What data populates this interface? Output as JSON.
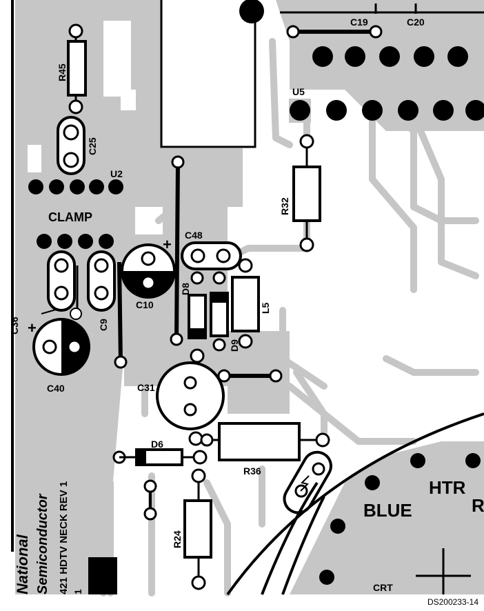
{
  "board": {
    "designators": {
      "c19": "C19",
      "c20": "C20",
      "r45": "R45",
      "c25": "C25",
      "u2": "U2",
      "u5": "U5",
      "r32": "R32",
      "clamp": "CLAMP",
      "c48": "C48",
      "c36": "C36",
      "c9": "C9",
      "c10": "C10",
      "d8": "D8",
      "l5": "L5",
      "d9": "D9",
      "c40": "C40",
      "c31": "C31",
      "d6": "D6",
      "r36": "R36",
      "r24": "R24",
      "blue": "BLUE",
      "htr": "HTR",
      "r_cut": "R",
      "crt": "CRT"
    },
    "polarity_plus": "+",
    "silkscreen_vertical": {
      "brand_1": "National",
      "brand_2": "Semiconductor",
      "board_rev": "421 HDTV NECK REV 1",
      "extra": "1"
    }
  },
  "footer": {
    "figure_id": "DS200233-14"
  },
  "colors": {
    "copper": "#c6c6c6",
    "ink": "#000000",
    "background": "#ffffff"
  }
}
